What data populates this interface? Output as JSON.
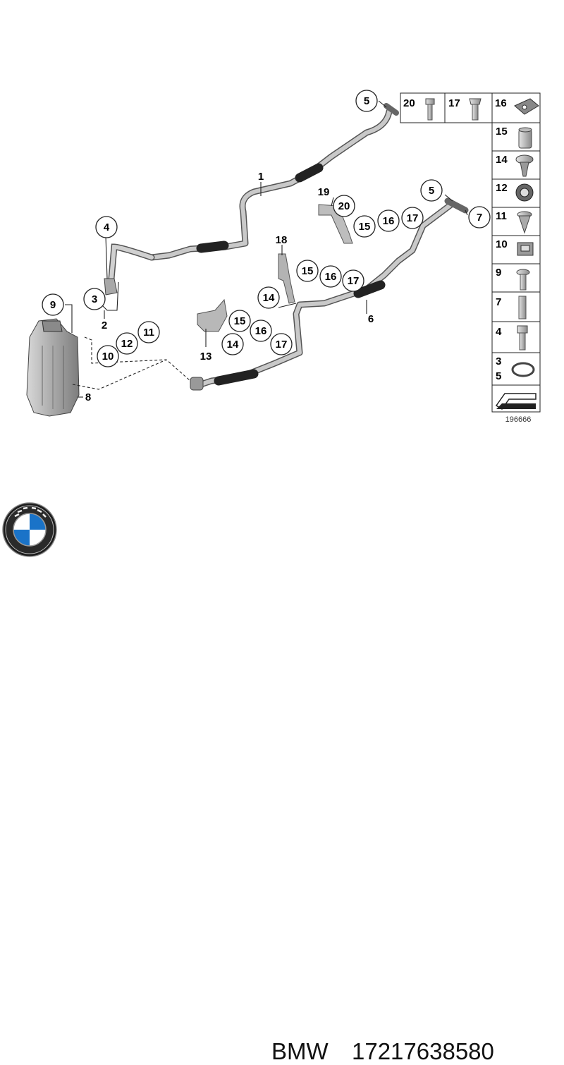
{
  "diagram": {
    "diagram_number": "196666",
    "callouts": {
      "c5_top": "5",
      "c1": "1",
      "c19": "19",
      "c20": "20",
      "c15_a": "15",
      "c16_a": "16",
      "c17_a": "17",
      "c5_right": "5",
      "c7": "7",
      "c4": "4",
      "c18": "18",
      "c15_b": "15",
      "c16_b": "16",
      "c17_b": "17",
      "c14_a": "14",
      "c6": "6",
      "c3": "3",
      "c2": "2",
      "c9": "9",
      "c12": "12",
      "c11": "11",
      "c10": "10",
      "c15_c": "15",
      "c16_c": "16",
      "c14_b": "14",
      "c17_c": "17",
      "c13": "13",
      "c8": "8"
    },
    "legend": {
      "top_row": [
        "20",
        "17",
        "16"
      ],
      "column": [
        "15",
        "14",
        "12",
        "11",
        "10",
        "9",
        "7",
        "4",
        "3",
        "5"
      ]
    }
  },
  "footer": {
    "brand": "BMW",
    "part_number": "17217638580"
  }
}
